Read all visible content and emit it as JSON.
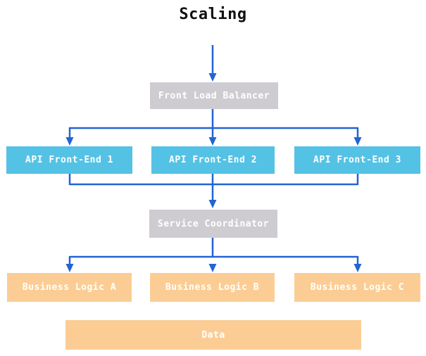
{
  "title": "Scaling",
  "colors": {
    "arrow": "#2264d2",
    "gray_box": "#ceccd0",
    "blue_box": "#54c2e4",
    "orange_box": "#fbcd94",
    "node_text": "#ffffff",
    "title_text": "#111111"
  },
  "nodes": [
    {
      "id": "front-load-balancer",
      "label": "Front Load Balancer",
      "type": "gray"
    },
    {
      "id": "api-front-end-1",
      "label": "API Front-End 1",
      "type": "blue"
    },
    {
      "id": "api-front-end-2",
      "label": "API Front-End 2",
      "type": "blue"
    },
    {
      "id": "api-front-end-3",
      "label": "API Front-End 3",
      "type": "blue"
    },
    {
      "id": "service-coordinator",
      "label": "Service Coordinator",
      "type": "gray"
    },
    {
      "id": "business-logic-a",
      "label": "Business Logic A",
      "type": "orange"
    },
    {
      "id": "business-logic-b",
      "label": "Business Logic B",
      "type": "orange"
    },
    {
      "id": "business-logic-c",
      "label": "Business Logic C",
      "type": "orange"
    },
    {
      "id": "data",
      "label": "Data",
      "type": "orange"
    }
  ]
}
